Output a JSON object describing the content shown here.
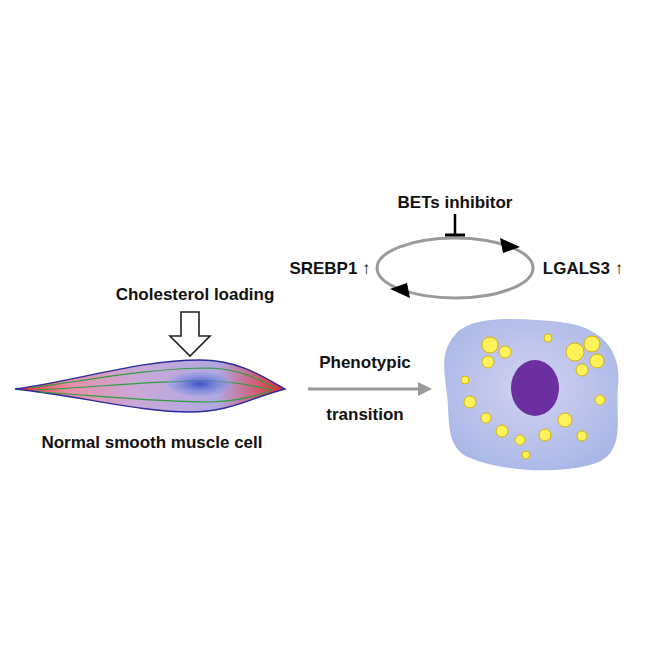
{
  "diagram": {
    "labels": [
      "BETs inhibitor",
      "SREBP1 ↑",
      "LGALS3 ↑",
      "Cholesterol loading",
      "Phenotypic transition",
      "Normal smooth muscle cell"
    ]
  }
}
